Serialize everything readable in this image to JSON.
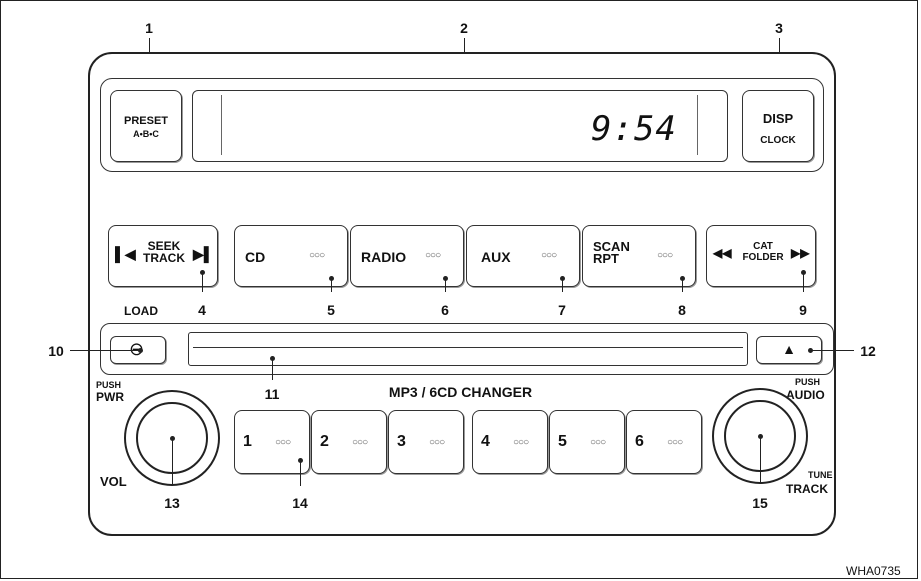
{
  "callouts": [
    "1",
    "2",
    "3",
    "4",
    "5",
    "6",
    "7",
    "8",
    "9",
    "10",
    "11",
    "12",
    "13",
    "14",
    "15"
  ],
  "buttons": {
    "preset": {
      "line1": "PRESET",
      "line2": "A•B•C"
    },
    "disp": {
      "line1": "DISP",
      "line2": "CLOCK"
    },
    "seek": {
      "line1": "SEEK",
      "line2": "TRACK"
    },
    "cd": "CD",
    "radio": "RADIO",
    "aux": "AUX",
    "scan": {
      "line1": "SCAN",
      "line2": "RPT"
    },
    "cat": {
      "line1": "CAT",
      "line2": "FOLDER"
    },
    "presets": [
      "1",
      "2",
      "3",
      "4",
      "5",
      "6"
    ]
  },
  "display": {
    "time": "9:54"
  },
  "labels": {
    "load": "LOAD",
    "push_pwr_1": "PUSH",
    "push_pwr_2": "PWR",
    "vol": "VOL",
    "push_audio_1": "PUSH",
    "push_audio_2": "AUDIO",
    "tune": "TUNE",
    "track": "TRACK",
    "changer": "MP3 / 6CD CHANGER"
  },
  "figure_code": "WHA0735"
}
